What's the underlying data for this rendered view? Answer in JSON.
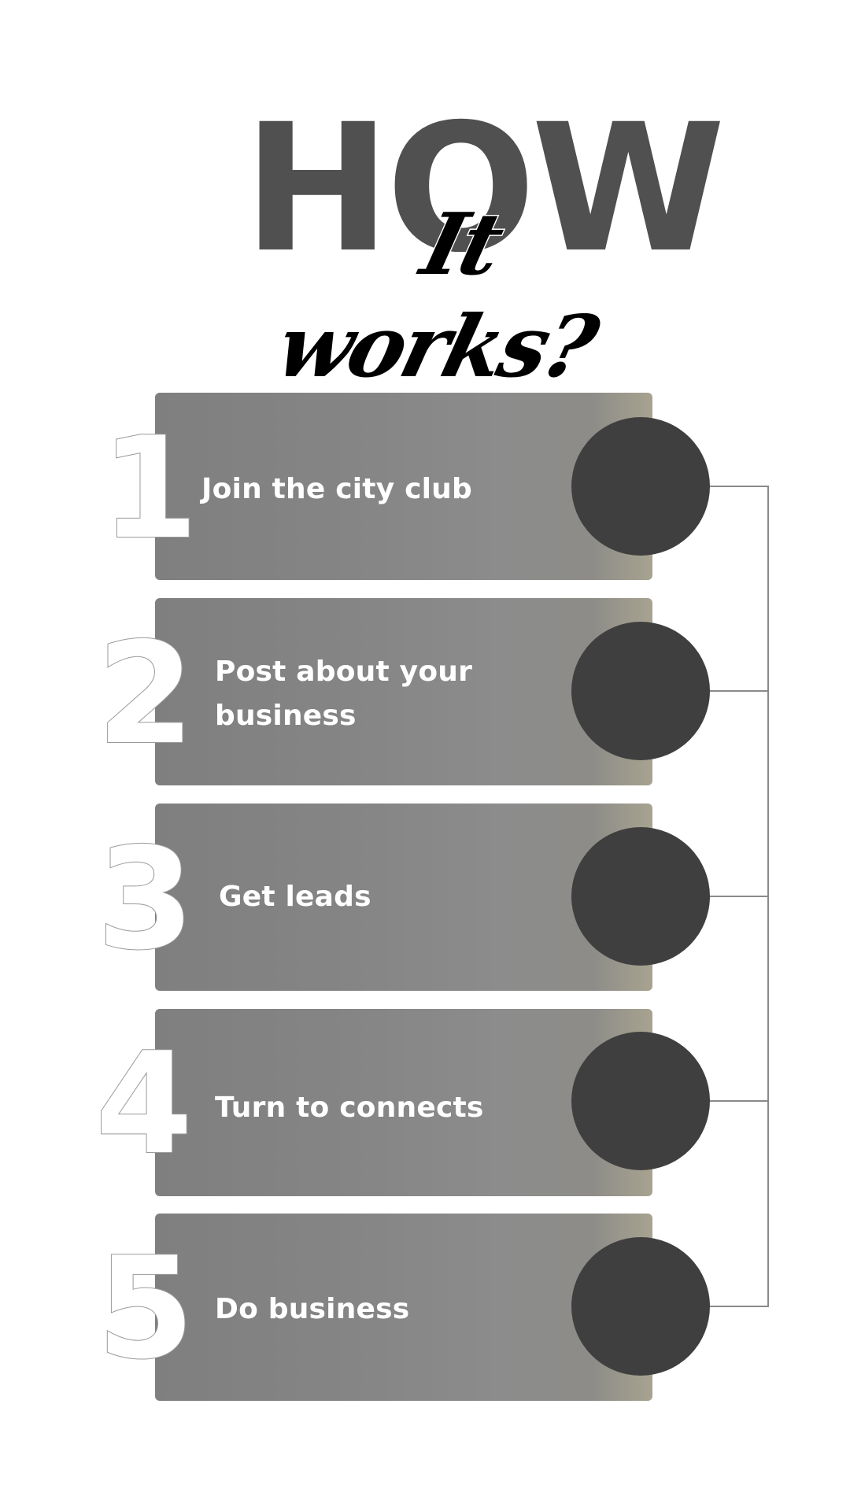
{
  "title": {
    "main": "HOW",
    "script": "It works?"
  },
  "colors": {
    "title_main": "#505050",
    "card": "#858585",
    "circle": "#3f3f3f",
    "connector": "#8a8a8a"
  },
  "steps": [
    {
      "number": "1",
      "label": "Join the city club"
    },
    {
      "number": "2",
      "label": "Post about your\nbusiness"
    },
    {
      "number": "3",
      "label": "Get leads"
    },
    {
      "number": "4",
      "label": "Turn to connects"
    },
    {
      "number": "5",
      "label": "Do business"
    }
  ]
}
